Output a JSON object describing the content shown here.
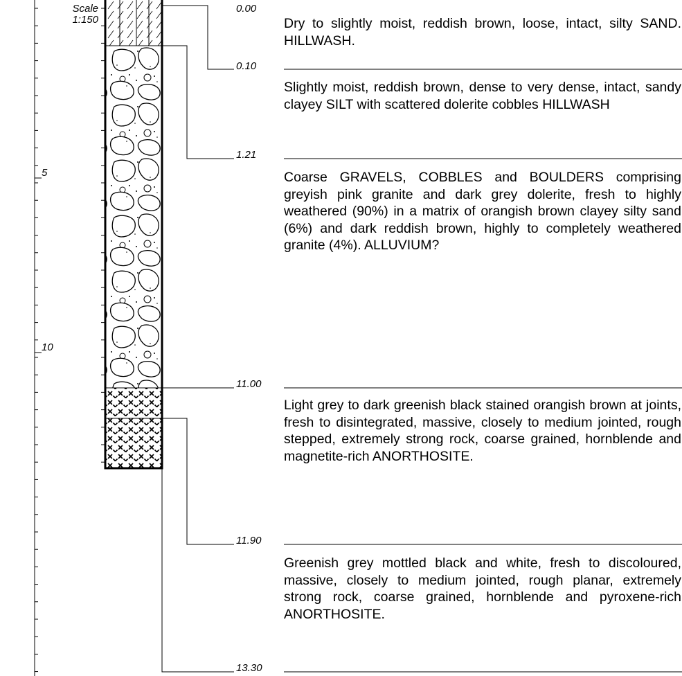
{
  "scale": {
    "label": "Scale",
    "ratio": "1:150"
  },
  "depth_axis": {
    "labels": [
      "5",
      "10"
    ],
    "label_depths_m": [
      5,
      10
    ],
    "max_depth_m": 13.3
  },
  "boundaries": [
    "0.00",
    "0.10",
    "1.21",
    "11.00",
    "11.90",
    "13.30"
  ],
  "layers": [
    {
      "top": "0.00",
      "bottom": "0.10",
      "pattern": "silty-sand-hatch",
      "description": "Dry  to slightly moist, reddish brown, loose, intact, silty SAND. HILLWASH."
    },
    {
      "top": "0.10",
      "bottom": "1.21",
      "pattern": "cobbles-boulders",
      "description": "Slightly moist, reddish brown, dense to very dense, intact, sandy clayey SILT with scattered dolerite cobbles HILLWASH"
    },
    {
      "top": "1.21",
      "bottom": "11.00",
      "pattern": "cobbles-boulders",
      "description": "Coarse GRAVELS, COBBLES and BOULDERS comprising greyish pink granite and dark grey dolerite, fresh to highly weathered (90%) in a matrix of orangish brown clayey silty sand (6%) and dark reddish brown, highly to completely weathered granite (4%). ALLUVIUM?"
    },
    {
      "top": "11.00",
      "bottom": "11.90",
      "pattern": "crosses-rock",
      "description": "Light grey to dark greenish black stained orangish brown at joints, fresh to disintegrated, massive, closely to medium jointed, rough stepped, extremely strong rock, coarse grained, hornblende and magnetite-rich ANORTHOSITE."
    },
    {
      "top": "11.90",
      "bottom": "13.30",
      "pattern": "crosses-rock",
      "description": "Greenish grey mottled black and white, fresh to discoloured, massive, closely to medium jointed, rough planar, extremely strong rock, coarse grained, hornblende and pyroxene-rich ANORTHOSITE."
    }
  ]
}
